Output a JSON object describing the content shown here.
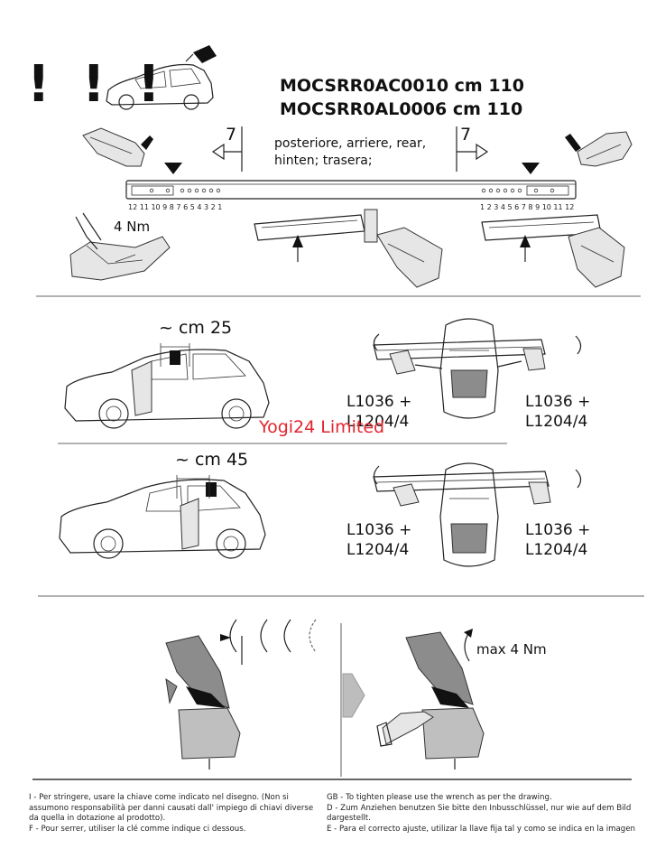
{
  "header": {
    "warning": "! ! !",
    "codes": [
      "MOCSRR0AC0010 cm 110",
      "MOCSRR0AL0006 cm 110"
    ]
  },
  "position": {
    "number": "7",
    "text": "posteriore, arriere, rear, hinten; trasera;"
  },
  "bar": {
    "left_numbers": "12 11 10 9 8 7 6 5 4 3 2 1",
    "right_numbers": "1 2 3 4 5 6 7 8 9 10 11 12"
  },
  "step1": {
    "torque": "4 Nm"
  },
  "front_section": {
    "distance": "~ cm 25",
    "left_label": [
      "L1036 +",
      "L1204/4"
    ],
    "right_label": [
      "L1036 +",
      "L1204/4"
    ]
  },
  "rear_section": {
    "distance": "~ cm 45",
    "left_label": [
      "L1036 +",
      "L1204/4"
    ],
    "right_label": [
      "L1036 +",
      "L1204/4"
    ]
  },
  "watermark": "Yogi24 Limited",
  "tighten": {
    "torque": "max 4 Nm"
  },
  "footer": {
    "left": [
      "I - Per stringere, usare la chiave come indicato nel disegno.  (Non si assumono responsabilità per danni causati dall' impiego di chiavi diverse da quella in dotazione al prodotto).",
      "F - Pour serrer, utiliser la clé comme indique ci dessous."
    ],
    "right": [
      "GB - To tighten please use the wrench as per the drawing.",
      "D - Zum Anziehen benutzen Sie bitte den Inbusschlüssel, nur wie auf dem Bild dargestellt.",
      "E - Para el correcto ajuste, utilizar la llave fija tal y como se indica en la imagen"
    ]
  }
}
